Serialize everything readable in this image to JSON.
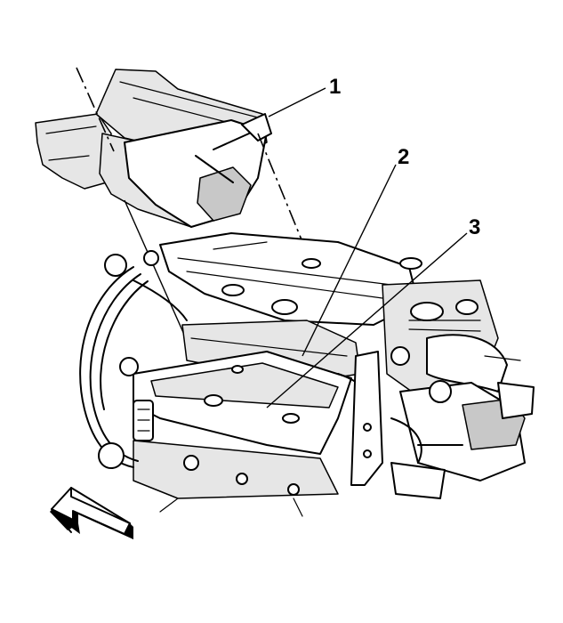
{
  "callouts": [
    {
      "id": "1",
      "label": "1"
    },
    {
      "id": "2",
      "label": "2"
    },
    {
      "id": "3",
      "label": "3"
    }
  ],
  "icons": {
    "direction_arrow": "front-direction-arrow-icon"
  },
  "colors": {
    "ink": "#000000",
    "paper": "#ffffff",
    "shade": "#e6e6e6"
  }
}
